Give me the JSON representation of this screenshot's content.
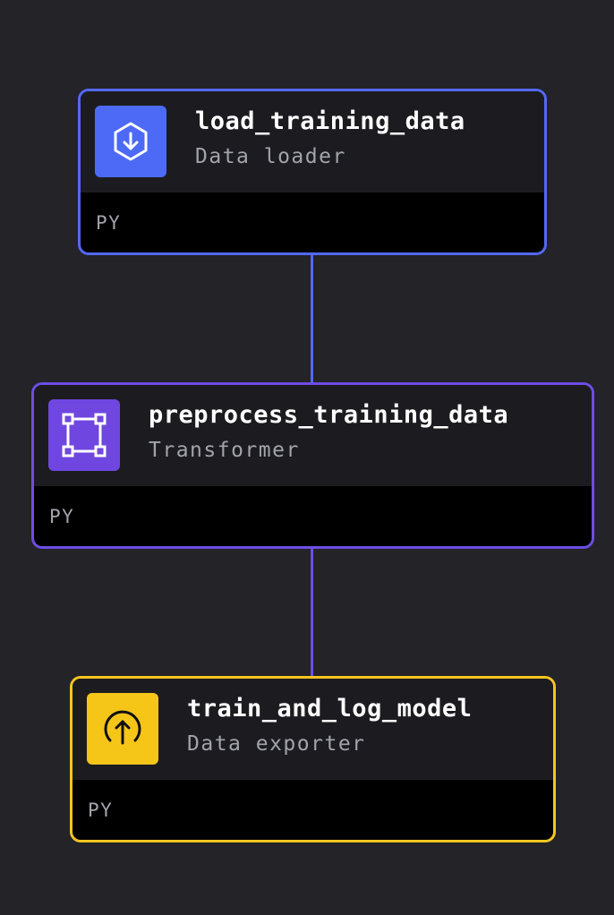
{
  "pipeline": {
    "blocks": [
      {
        "name": "load_training_data",
        "type": "Data loader",
        "language": "PY",
        "icon": "download-icon",
        "color": "#5368f6",
        "icon_bg": "#4d6af6"
      },
      {
        "name": "preprocess_training_data",
        "type": "Transformer",
        "language": "PY",
        "icon": "transform-square-icon",
        "color": "#6d4ee5",
        "icon_bg": "#6f47e0"
      },
      {
        "name": "train_and_log_model",
        "type": "Data exporter",
        "language": "PY",
        "icon": "upload-icon",
        "color": "#f4c520",
        "icon_bg": "#f5c518"
      }
    ]
  }
}
